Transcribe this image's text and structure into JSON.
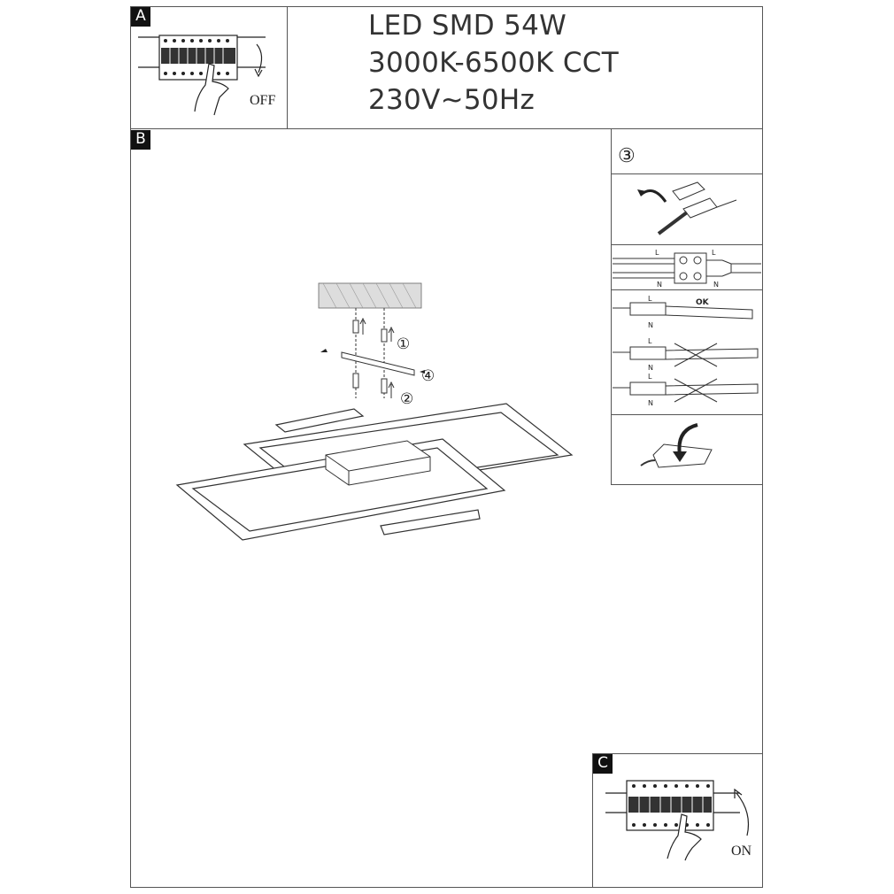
{
  "sections": {
    "a": {
      "tag": "A",
      "switch_label": "OFF"
    },
    "b": {
      "tag": "B",
      "step_labels": [
        "①",
        "②",
        "③",
        "④"
      ]
    },
    "c": {
      "tag": "C",
      "switch_label": "ON"
    }
  },
  "specs": {
    "line1": "LED SMD 54W",
    "line2": "3000K-6500K CCT",
    "line3": "230V~50Hz"
  },
  "wiring": {
    "live": "L",
    "neutral": "N",
    "ok_label": "OK"
  }
}
